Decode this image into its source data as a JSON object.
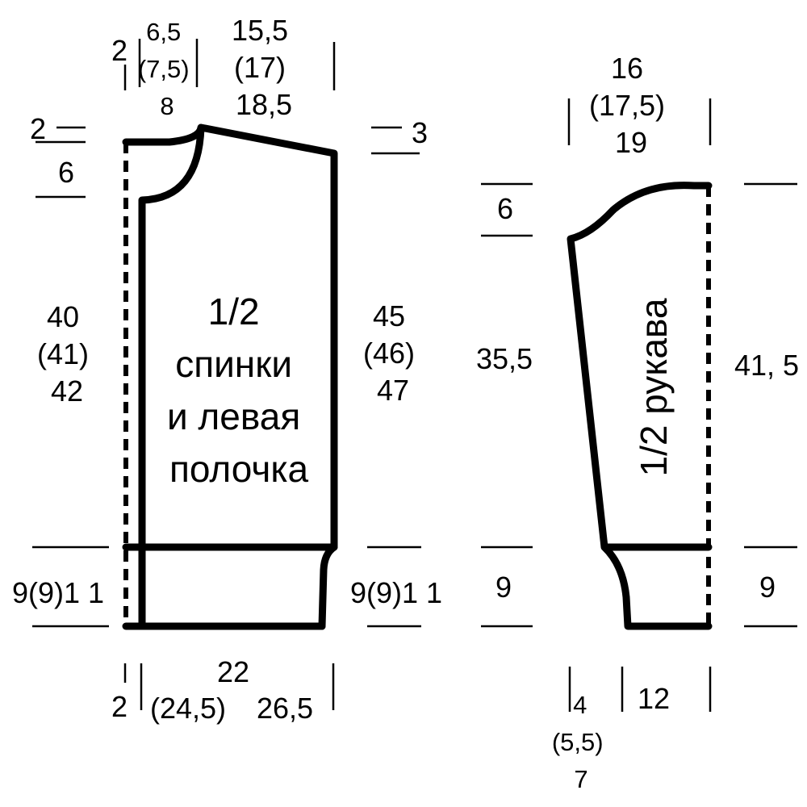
{
  "pieces": {
    "body": {
      "label_lines": [
        "1/2",
        "спинки",
        "и левая",
        "полочка"
      ],
      "dims": {
        "shoulder_step": "2",
        "neck_width": [
          "6,5",
          "(7,5)",
          "8"
        ],
        "shoulder_width": [
          "15,5",
          "(17)",
          "18,5"
        ],
        "neck_drop_left": "2",
        "shoulder_drop_right": "3",
        "neck_depth": "6",
        "side_length_left": [
          "40",
          "(41)",
          "42"
        ],
        "side_length_right": [
          "45",
          "(46)",
          "47"
        ],
        "band_left": "9(9)1 1",
        "band_right": "9(9)1 1",
        "hem_step": "2",
        "width_bottom": [
          "22",
          "(24,5)",
          "26,5"
        ]
      }
    },
    "sleeve": {
      "label": "1/2 рукава",
      "dims": {
        "top_width": [
          "16",
          "(17,5)",
          "19"
        ],
        "cap_height": "6",
        "length_left": "35,5",
        "length_right": "41, 5",
        "band_left": "9",
        "band_right": "9",
        "cuff_step": [
          "4",
          "(5,5)",
          "7"
        ],
        "cuff_width": "12"
      }
    }
  }
}
